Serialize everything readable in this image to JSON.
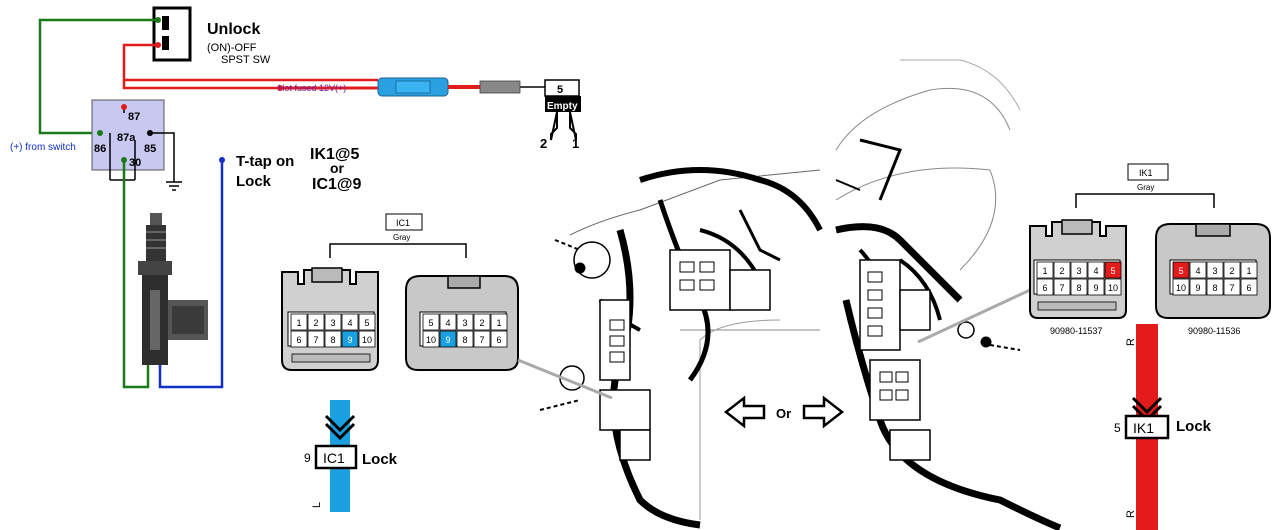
{
  "switch": {
    "title": "Unlock",
    "mode": "(ON)-OFF",
    "type": "SPST SW"
  },
  "relay": {
    "pin_87": "87",
    "pin_87a": "87a",
    "pin_86": "86",
    "pin_85": "85",
    "pin_30": "30"
  },
  "labels": {
    "from_switch": "(+) from switch",
    "fused_12v": "Hot fused 12V(+)",
    "fuse_number": "5",
    "fuse_status": "Empty",
    "fuse_pin_2": "2",
    "fuse_pin_1": "1",
    "ttap_line1": "T-tap on",
    "ttap_line2": "Lock",
    "option_a": "IK1@5",
    "option_or": "or",
    "option_b": "IC1@9",
    "middle_or": "Or"
  },
  "ic1": {
    "name": "IC1",
    "color": "Gray",
    "left_top": [
      "1",
      "2",
      "3",
      "4",
      "5"
    ],
    "left_bottom": [
      "6",
      "7",
      "8",
      "9",
      "10"
    ],
    "right_top": [
      "5",
      "4",
      "3",
      "2",
      "1"
    ],
    "right_bottom": [
      "10",
      "9",
      "8",
      "7",
      "6"
    ],
    "pin_number": "9",
    "wire_code": "L",
    "lock_label": "Lock"
  },
  "ik1": {
    "name": "IK1",
    "color": "Gray",
    "left_top": [
      "1",
      "2",
      "3",
      "4",
      "5"
    ],
    "left_bottom": [
      "6",
      "7",
      "8",
      "9",
      "10"
    ],
    "right_top": [
      "5",
      "4",
      "3",
      "2",
      "1"
    ],
    "right_bottom": [
      "10",
      "9",
      "8",
      "7",
      "6"
    ],
    "part_left": "90980-11537",
    "part_right": "90980-11536",
    "pin_number": "5",
    "wire_code_top": "R",
    "wire_code_bottom": "R",
    "lock_label": "Lock"
  },
  "colors": {
    "red_wire": "#e31b1b",
    "green_wire": "#1a7a1a",
    "blue_wire": "#1030c8",
    "light_blue_wire": "#1aa0e0",
    "relay_fill": "#c8c8f0",
    "highlight_blue": "#1aa0e0",
    "highlight_red": "#e31b1b"
  }
}
